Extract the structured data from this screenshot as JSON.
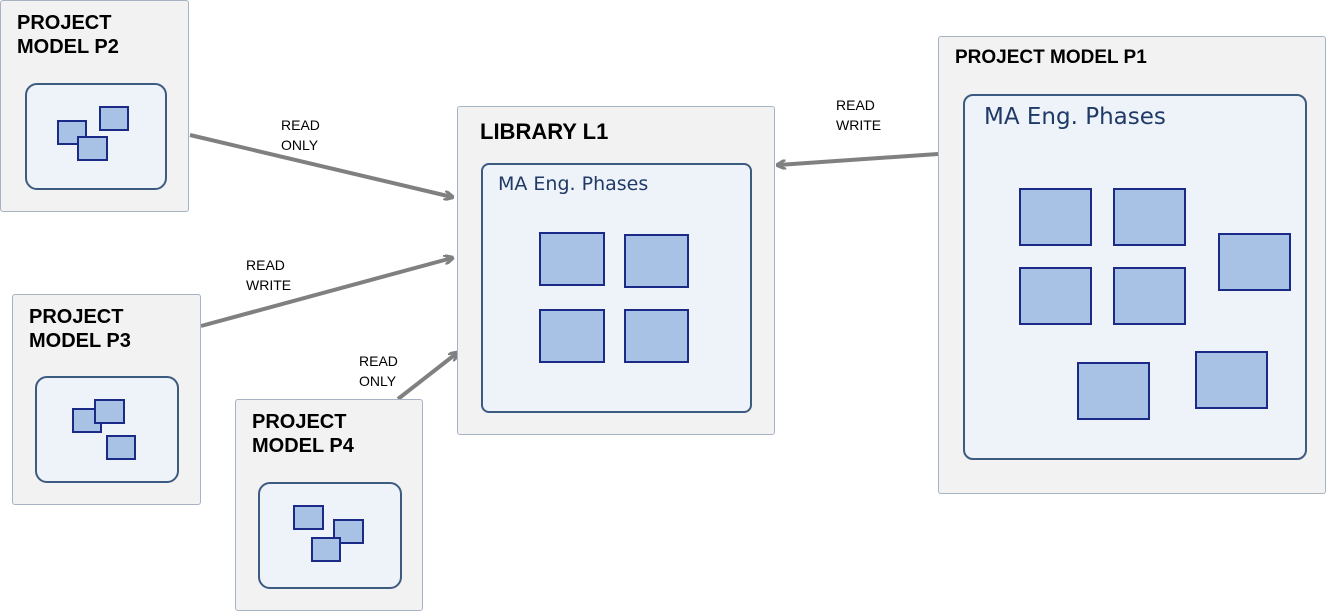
{
  "library": {
    "title": "LIBRARY L1",
    "inner_title": "MA Eng. Phases"
  },
  "p1": {
    "title": "PROJECT MODEL P1",
    "inner_title": "MA Eng. Phases"
  },
  "p2": {
    "title_line1": "PROJECT",
    "title_line2": "MODEL P2"
  },
  "p3": {
    "title_line1": "PROJECT",
    "title_line2": "MODEL P3"
  },
  "p4": {
    "title_line1": "PROJECT",
    "title_line2": "MODEL P4"
  },
  "edges": {
    "p2_l1": {
      "line1": "READ",
      "line2": "ONLY"
    },
    "p3_l1": {
      "line1": "READ",
      "line2": "WRITE"
    },
    "p4_l1": {
      "line1": "READ",
      "line2": "ONLY"
    },
    "p1_l1": {
      "line1": "READ",
      "line2": "WRITE"
    }
  },
  "colors": {
    "outer_fill": "#f2f2f2",
    "inner_fill": "#eef2f9",
    "inner_border": "#3d5a80",
    "square_fill": "#a7c2e4",
    "square_border": "#1b2a86",
    "arrow": "#808080"
  }
}
